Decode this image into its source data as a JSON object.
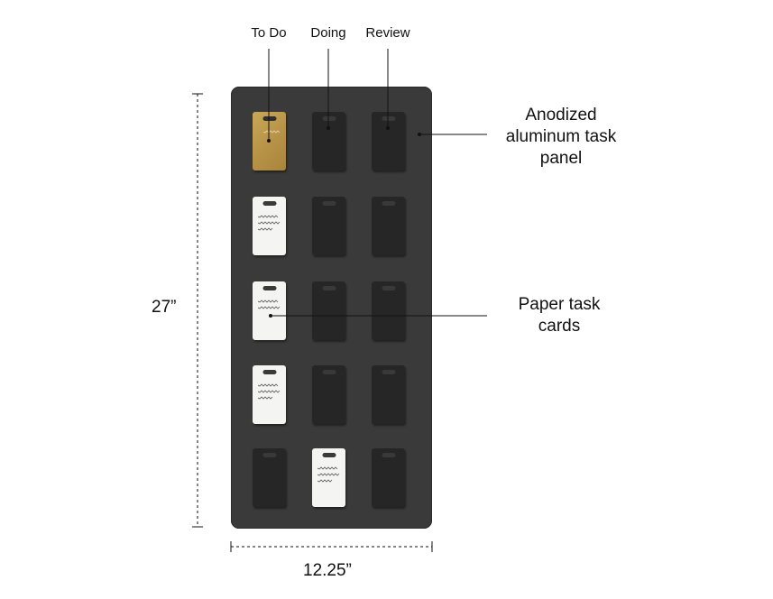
{
  "columns": [
    {
      "label": "To Do"
    },
    {
      "label": "Doing"
    },
    {
      "label": "Review"
    }
  ],
  "callouts": {
    "panel": [
      "Anodized",
      "aluminum task",
      "panel"
    ],
    "cards": [
      "Paper task",
      "cards"
    ]
  },
  "dimensions": {
    "height": "27”",
    "width": "12.25”"
  },
  "colors": {
    "panel": "#3a3a3b",
    "slot_card": "#262627",
    "paper_card": "#f4f4f2",
    "gold_card": "#b89448"
  },
  "grid": {
    "rows": [
      [
        "gold",
        "slot",
        "slot"
      ],
      [
        "paper",
        "slot",
        "slot"
      ],
      [
        "paper",
        "slot",
        "slot"
      ],
      [
        "paper",
        "slot",
        "slot"
      ],
      [
        "slot",
        "paper",
        "slot"
      ]
    ]
  }
}
